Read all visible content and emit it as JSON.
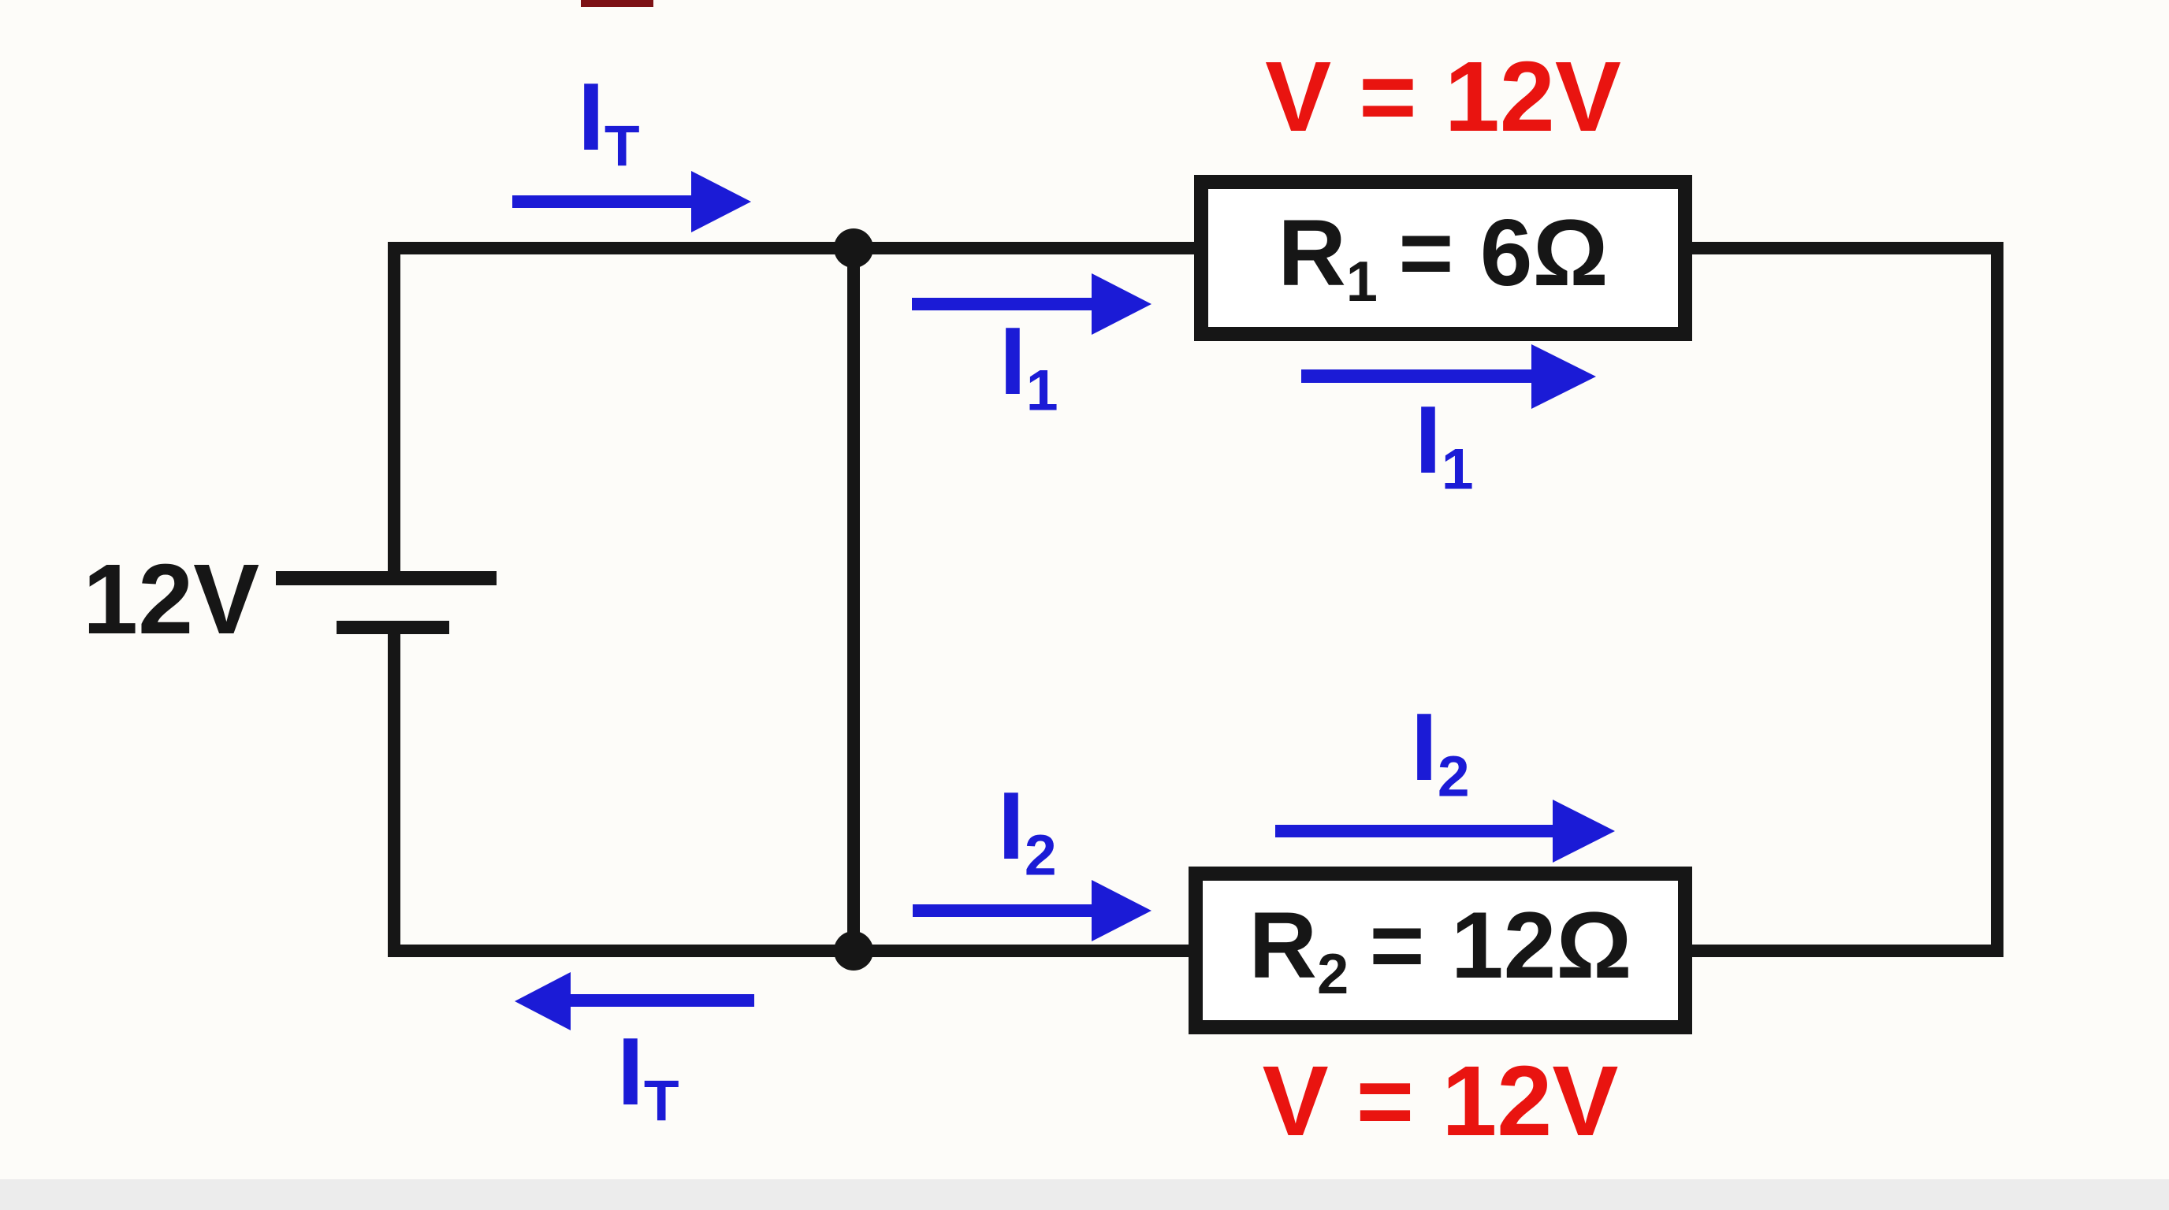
{
  "colors": {
    "wire": "#161616",
    "current_blue": "#1b1bd6",
    "voltage_red": "#e91410",
    "background": "#fdfcf9"
  },
  "battery": {
    "voltage_label": "12V"
  },
  "currents": {
    "total": {
      "base": "I",
      "sub": "T"
    },
    "branch1": {
      "base": "I",
      "sub": "1"
    },
    "branch2": {
      "base": "I",
      "sub": "2"
    }
  },
  "resistors": {
    "r1": {
      "base": "R",
      "sub": "1",
      "value": "= 6Ω",
      "voltage_label": "V = 12V"
    },
    "r2": {
      "base": "R",
      "sub": "2",
      "value": "= 12Ω",
      "voltage_label": "V = 12V"
    }
  }
}
